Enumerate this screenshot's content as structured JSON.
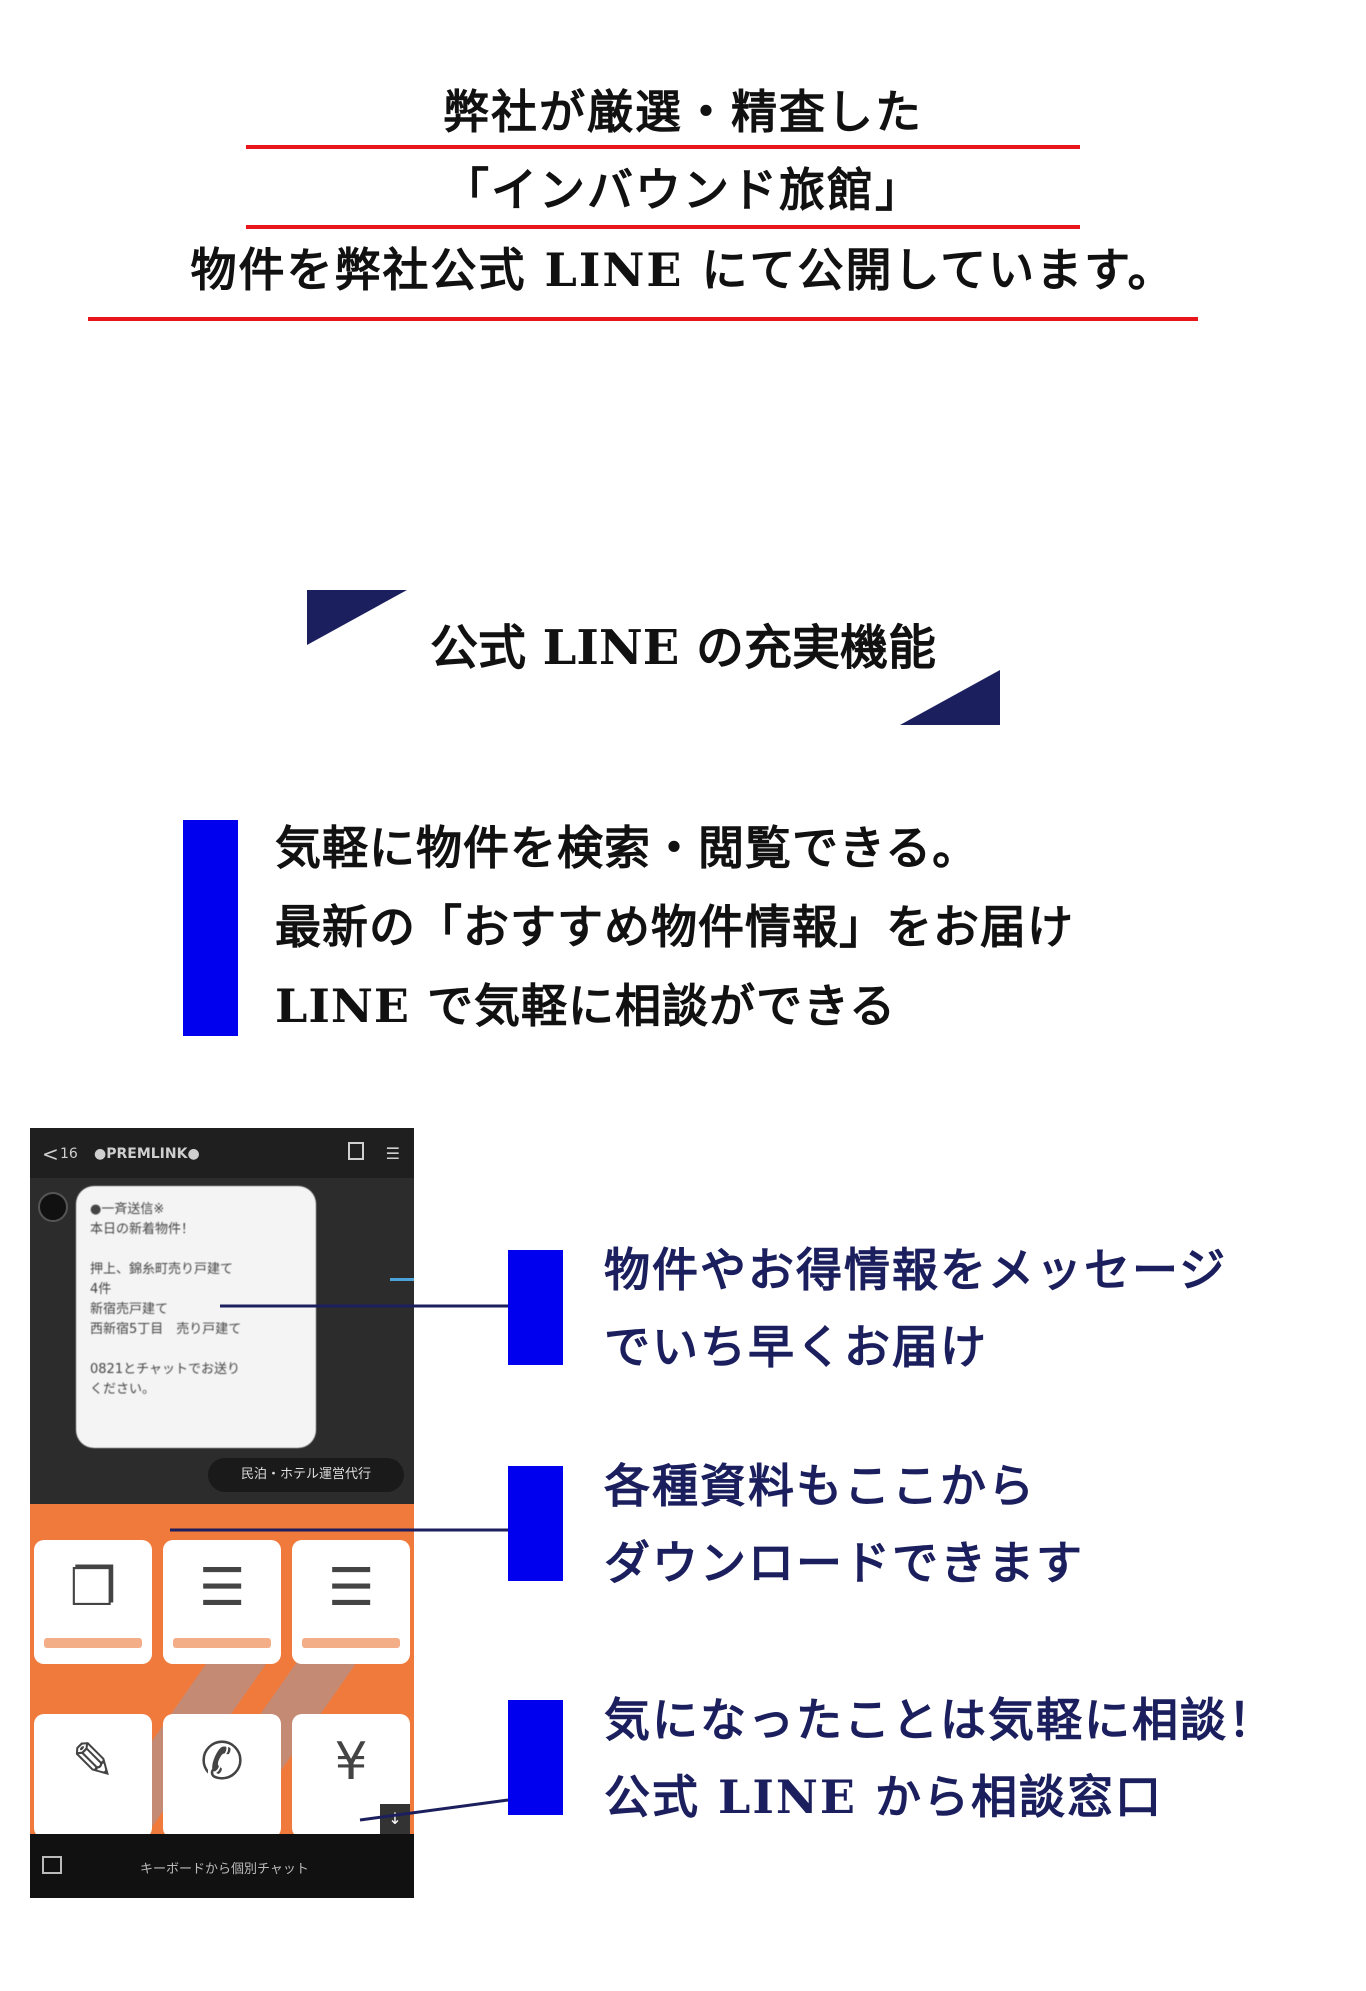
{
  "headline": {
    "lines": [
      "弊社が厳選・精査した",
      "「インバウンド旅館」",
      "物件を弊社公式 LINE にて公開しています。"
    ]
  },
  "section": {
    "title": "公式 LINE の充実機能"
  },
  "features": [
    "気軽に物件を検索・閲覧できる。",
    "最新の「おすすめ物件情報」をお届け",
    "LINE で気軽に相談ができる"
  ],
  "callouts": [
    {
      "line1": "物件やお得情報をメッセージ",
      "line2": "でいち早くお届け"
    },
    {
      "line1": "各種資料もここから",
      "line2": "ダウンロードできます"
    },
    {
      "line1": "気になったことは気軽に相談！",
      "line2": "公式 LINE から相談窓口"
    }
  ],
  "phone": {
    "header_back": "<",
    "header_count": "16",
    "header_name": "●PREMLINK●",
    "message_lines": [
      "●一斉送信※",
      "本日の新着物件！",
      "",
      "押上、錦糸町売り戸建て",
      "4件",
      "新宿売戸建て",
      "西新宿5丁目　売り戸建て",
      "",
      "0821とチャットでお送り",
      "ください。"
    ],
    "reply_label": "民泊・ホテル運営代行",
    "tile_icons": [
      "❐",
      "☰",
      "☰",
      "✎",
      "✆",
      "¥"
    ],
    "bottom_text": "キーボードから個別チャット",
    "scroll_glyph": "↓"
  },
  "colors": {
    "accent_red": "#e8161b",
    "accent_blue": "#0000ee",
    "navy": "#1c1f5e",
    "menu_orange": "#ef7a3c"
  }
}
